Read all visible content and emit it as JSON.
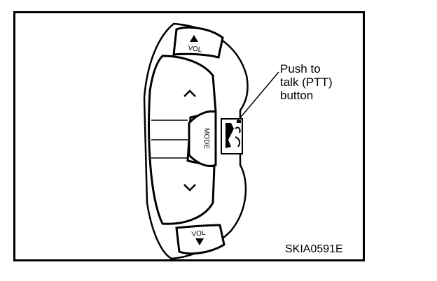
{
  "diagram": {
    "callout_lines": [
      "Push to",
      "talk (PTT)",
      "button"
    ],
    "figure_code": "SKIA0591E",
    "buttons": {
      "vol_up_label": "VOL",
      "vol_down_label": "VOL",
      "mode_label": "MODE"
    },
    "icons": {
      "vol_up": "triangle-up-icon",
      "vol_down": "triangle-down-icon",
      "seek_up": "chevron-up-icon",
      "seek_down": "chevron-down-icon",
      "ptt": "talking-head-icon"
    }
  }
}
